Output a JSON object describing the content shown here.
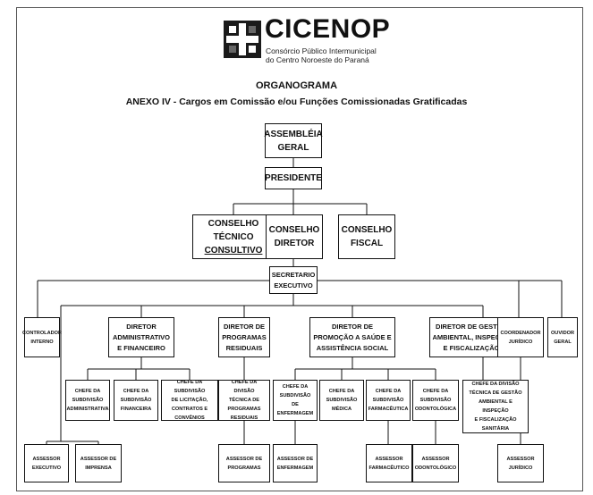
{
  "logo": {
    "name": "CICENOP",
    "line1": "Consórcio Público Intermunicipal",
    "line2": "do Centro Noroeste do Paraná"
  },
  "title": "ORGANOGRAMA",
  "subtitle": "ANEXO IV - Cargos em Comissão e/ou Funções Comissionadas Gratificadas",
  "org": {
    "assembleia": [
      "ASSEMBLÉIA",
      "GERAL"
    ],
    "presidente": [
      "PRESIDENTE"
    ],
    "conselho_tecnico": [
      "CONSELHO",
      "TÉCNICO",
      "CONSULTIVO"
    ],
    "conselho_diretor": [
      "CONSELHO",
      "DIRETOR"
    ],
    "conselho_fiscal": [
      "CONSELHO",
      "FISCAL"
    ],
    "secretario": [
      "SECRETARIO",
      "EXECUTIVO"
    ],
    "controlador": [
      "CONTROLADOR",
      "INTERNO"
    ],
    "diretor_adm": [
      "DIRETOR",
      "ADMINISTRATIVO",
      "E FINANCEIRO"
    ],
    "diretor_prog": [
      "DIRETOR DE",
      "PROGRAMAS",
      "RESIDUAIS"
    ],
    "diretor_saude": [
      "DIRETOR DE",
      "PROMOÇÃO A SAÚDE E",
      "ASSISTÊNCIA SOCIAL"
    ],
    "diretor_amb": [
      "DIRETOR DE GESTÃO",
      "AMBIENTAL, INSPEÇÃO",
      "E FISCALIZAÇÃO"
    ],
    "coordenador": [
      "COORDENADOR",
      "JURÍDICO"
    ],
    "ouvidor": [
      "OUVIDOR",
      "GERAL"
    ],
    "chefe_adm": [
      "CHEFE DA",
      "SUBDIVISÃO",
      "ADMINISTRATIVA"
    ],
    "chefe_fin": [
      "CHEFE DA",
      "SUBDIVISÃO",
      "FINANCEIRA"
    ],
    "chefe_lic": [
      "CHEFE DA SUBDIVISÃO",
      "DE LICITAÇÃO,",
      "CONTRATOS E CONVÊNIOS"
    ],
    "chefe_prog": [
      "CHEFE DA DIVISÃO",
      "TÉCNICA DE",
      "PROGRAMAS RESIDUAIS"
    ],
    "chefe_enf": [
      "CHEFE DA",
      "SUBDIVISÃO",
      "DE ENFERMAGEM"
    ],
    "chefe_med": [
      "CHEFE DA",
      "SUBDIVISÃO",
      "MÉDICA"
    ],
    "chefe_farm": [
      "CHEFE DA",
      "SUBDIVISÃO",
      "FARMACÊUTICA"
    ],
    "chefe_odonto": [
      "CHEFE DA",
      "SUBDIVISÃO",
      "ODONTOLÓGICA"
    ],
    "chefe_amb": [
      "CHEFE DA DIVISÃO",
      "TÉCNICA DE GESTÃO",
      "AMBIENTAL E INSPEÇÃO",
      "E FISCALIZAÇÃO SANITÁRIA"
    ],
    "assessor_exec": [
      "ASSESSOR",
      "EXECUTIVO"
    ],
    "assessor_imp": [
      "ASSESSOR DE",
      "IMPRENSA"
    ],
    "assessor_prog": [
      "ASSESSOR DE",
      "PROGRAMAS"
    ],
    "assessor_enf": [
      "ASSESSOR DE",
      "ENFERMAGEM"
    ],
    "assessor_farm": [
      "ASSESSOR",
      "FARMACÊUTICO"
    ],
    "assessor_odonto": [
      "ASSESSOR",
      "ODONTOLÓGICO"
    ],
    "assessor_jur": [
      "ASSESSOR",
      "JURÍDICO"
    ]
  }
}
